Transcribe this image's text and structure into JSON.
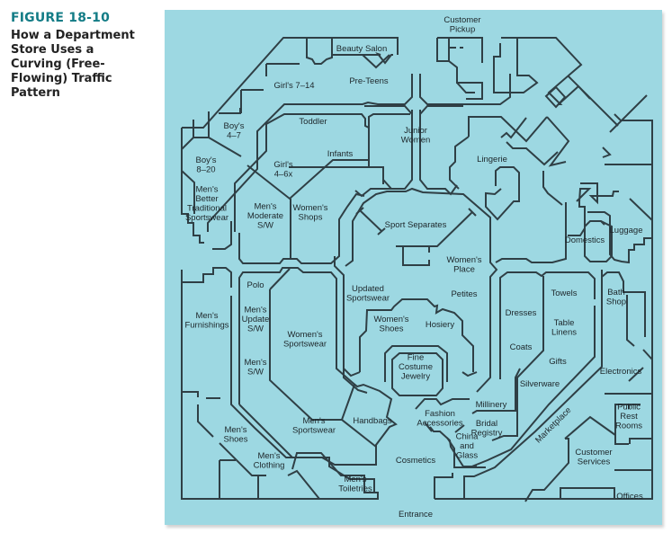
{
  "figure": {
    "number": "FIGURE 18-10",
    "title": "How a Department Store Uses a Curving (Free-Flowing) Traffic Pattern",
    "title_lines": "How a Department\nStore Uses a\nCurving (Free-\nFlowing) Traffic\nPattern",
    "accent_color": "#137c86",
    "floor_color": "#9dd8e2"
  },
  "departments": [
    {
      "id": "customer-pickup",
      "lines": [
        "Customer",
        "Pickup"
      ]
    },
    {
      "id": "beauty-salon",
      "lines": [
        "Beauty Salon"
      ]
    },
    {
      "id": "pre-teens",
      "lines": [
        "Pre-Teens"
      ]
    },
    {
      "id": "girls-7-14",
      "lines": [
        "Girl's 7–14"
      ]
    },
    {
      "id": "boys-4-7",
      "lines": [
        "Boy's",
        "4–7"
      ]
    },
    {
      "id": "boys-8-20",
      "lines": [
        "Boy's",
        "8–20"
      ]
    },
    {
      "id": "toddler",
      "lines": [
        "Toddler"
      ]
    },
    {
      "id": "infants",
      "lines": [
        "Infants"
      ]
    },
    {
      "id": "junior-women",
      "lines": [
        "Junior",
        "Women"
      ]
    },
    {
      "id": "lingerie",
      "lines": [
        "Lingerie"
      ]
    },
    {
      "id": "girls-4-6x",
      "lines": [
        "Girl's",
        "4–6x"
      ]
    },
    {
      "id": "mens-better-traditional",
      "lines": [
        "Men's",
        "Better",
        "Traditional",
        "Sportswear"
      ]
    },
    {
      "id": "mens-moderate",
      "lines": [
        "Men's",
        "Moderate",
        "S/W"
      ]
    },
    {
      "id": "womens-shops",
      "lines": [
        "Women's",
        "Shops"
      ]
    },
    {
      "id": "sport-separates",
      "lines": [
        "Sport Separates"
      ]
    },
    {
      "id": "domestics",
      "lines": [
        "Domestics"
      ]
    },
    {
      "id": "luggage",
      "lines": [
        "Luggage"
      ]
    },
    {
      "id": "womens-place",
      "lines": [
        "Women's",
        "Place"
      ]
    },
    {
      "id": "petites",
      "lines": [
        "Petites"
      ]
    },
    {
      "id": "polo",
      "lines": [
        "Polo"
      ]
    },
    {
      "id": "updated-sportswear",
      "lines": [
        "Updated",
        "Sportswear"
      ]
    },
    {
      "id": "towels",
      "lines": [
        "Towels"
      ]
    },
    {
      "id": "bath-shop",
      "lines": [
        "Bath",
        "Shop"
      ]
    },
    {
      "id": "dresses",
      "lines": [
        "Dresses"
      ]
    },
    {
      "id": "mens-furnishings",
      "lines": [
        "Men's",
        "Furnishings"
      ]
    },
    {
      "id": "mens-update",
      "lines": [
        "Men's",
        "Update",
        "S/W"
      ]
    },
    {
      "id": "womens-shoes",
      "lines": [
        "Women's",
        "Shoes"
      ]
    },
    {
      "id": "hosiery",
      "lines": [
        "Hosiery"
      ]
    },
    {
      "id": "table-linens",
      "lines": [
        "Table",
        "Linens"
      ]
    },
    {
      "id": "womens-sportswear",
      "lines": [
        "Women's",
        "Sportswear"
      ]
    },
    {
      "id": "coats",
      "lines": [
        "Coats"
      ]
    },
    {
      "id": "gifts",
      "lines": [
        "Gifts"
      ]
    },
    {
      "id": "fine-costume-jewelry",
      "lines": [
        "Fine",
        "Costume",
        "Jewelry"
      ]
    },
    {
      "id": "mens-sw",
      "lines": [
        "Men's",
        "S/W"
      ]
    },
    {
      "id": "electronics",
      "lines": [
        "Electronics"
      ]
    },
    {
      "id": "silverware",
      "lines": [
        "Silverware"
      ]
    },
    {
      "id": "millinery",
      "lines": [
        "Millinery"
      ]
    },
    {
      "id": "handbags",
      "lines": [
        "Handbags"
      ]
    },
    {
      "id": "fashion-accessories",
      "lines": [
        "Fashion",
        "Accessories"
      ]
    },
    {
      "id": "public-rest-rooms",
      "lines": [
        "Public",
        "Rest",
        "Rooms"
      ]
    },
    {
      "id": "mens-sportswear",
      "lines": [
        "Men's",
        "Sportswear"
      ]
    },
    {
      "id": "bridal-registry",
      "lines": [
        "Bridal",
        "Registry"
      ]
    },
    {
      "id": "marketplace",
      "lines": [
        "Marketplace"
      ]
    },
    {
      "id": "mens-shoes",
      "lines": [
        "Men's",
        "Shoes"
      ]
    },
    {
      "id": "china-and-glass",
      "lines": [
        "China",
        "and",
        "Glass"
      ]
    },
    {
      "id": "customer-services",
      "lines": [
        "Customer",
        "Services"
      ]
    },
    {
      "id": "mens-clothing",
      "lines": [
        "Men's",
        "Clothing"
      ]
    },
    {
      "id": "cosmetics",
      "lines": [
        "Cosmetics"
      ]
    },
    {
      "id": "mens-toiletries",
      "lines": [
        "Men's",
        "Toiletries"
      ]
    },
    {
      "id": "offices",
      "lines": [
        "Offices"
      ]
    },
    {
      "id": "entrance",
      "lines": [
        "Entrance"
      ]
    }
  ]
}
